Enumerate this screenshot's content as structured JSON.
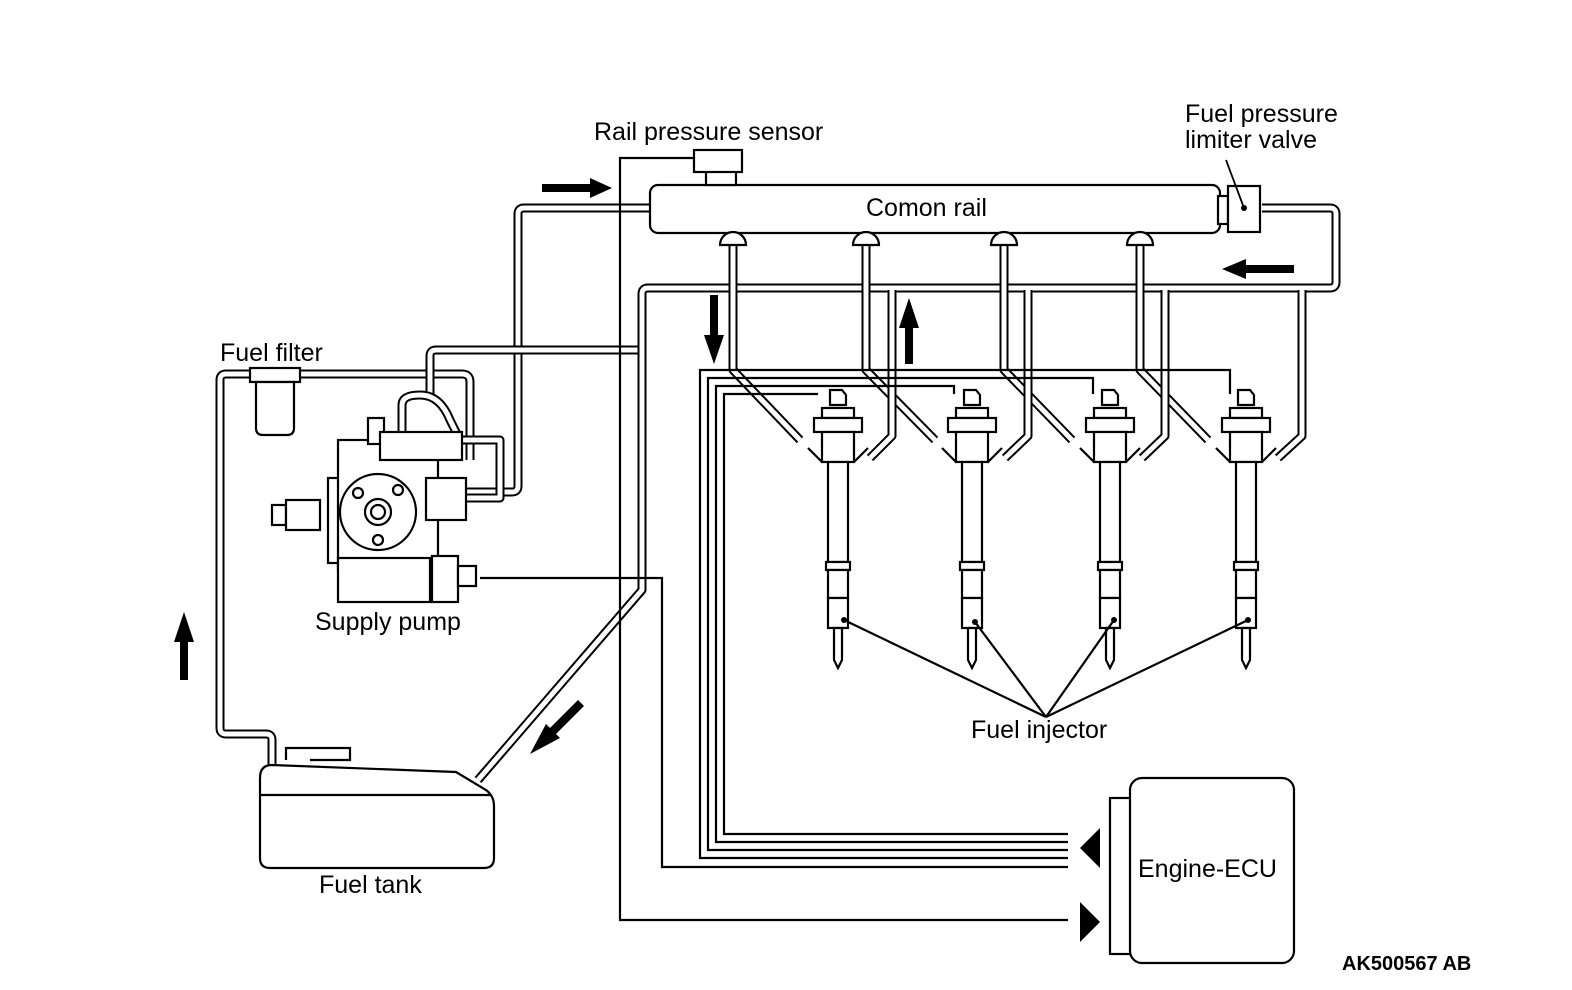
{
  "diagram": {
    "title": "Common rail fuel system",
    "labels": {
      "rail_pressure_sensor": "Rail pressure sensor",
      "limiter_valve_line1": "Fuel pressure",
      "limiter_valve_line2": "limiter valve",
      "common_rail": "Comon rail",
      "fuel_filter": "Fuel filter",
      "supply_pump": "Supply pump",
      "fuel_injector": "Fuel injector",
      "fuel_tank": "Fuel tank",
      "engine_ecu": "Engine-ECU",
      "figure_code": "AK500567 AB"
    },
    "components": [
      {
        "id": "rail_pressure_sensor",
        "label": "Rail pressure sensor"
      },
      {
        "id": "fuel_pressure_limiter_valve",
        "label": "Fuel pressure limiter valve"
      },
      {
        "id": "common_rail",
        "label": "Comon rail"
      },
      {
        "id": "fuel_filter",
        "label": "Fuel filter"
      },
      {
        "id": "supply_pump",
        "label": "Supply pump"
      },
      {
        "id": "fuel_injector",
        "label": "Fuel injector",
        "count": 4
      },
      {
        "id": "fuel_tank",
        "label": "Fuel tank"
      },
      {
        "id": "engine_ecu",
        "label": "Engine-ECU"
      }
    ],
    "flow_arrows": [
      {
        "id": "into-rail",
        "direction": "right"
      },
      {
        "id": "return-from-limiter",
        "direction": "left"
      },
      {
        "id": "down-to-injectors",
        "direction": "down"
      },
      {
        "id": "up-from-injectors",
        "direction": "up"
      },
      {
        "id": "tank-to-filter",
        "direction": "up"
      },
      {
        "id": "return-to-tank",
        "direction": "down-left"
      },
      {
        "id": "ecu-input",
        "direction": "left"
      },
      {
        "id": "ecu-output",
        "direction": "right"
      }
    ]
  }
}
